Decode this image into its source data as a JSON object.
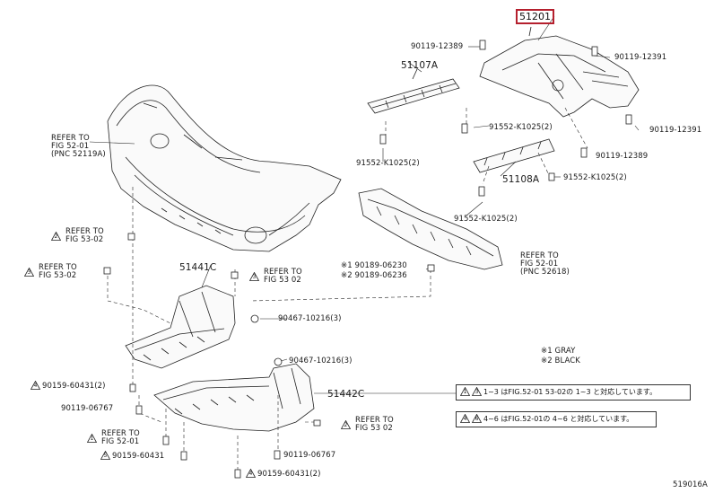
{
  "highlighted_part": "51201",
  "parts": {
    "p51107A": "51107A",
    "p51108A": "51108A",
    "p51441C": "51441C",
    "p51442C": "51442C"
  },
  "bolts": {
    "b90119_12389_top": "90119-12389",
    "b90119_12391_a": "90119-12391",
    "b90119_12391_b": "90119-12391",
    "b90119_12389_r": "90119-12389",
    "b91552_a": "91552-K1025(2)",
    "b91552_b": "91552-K1025(2)",
    "b91552_c": "91552-K1025(2)",
    "b91552_d": "91552-K1025(2)",
    "b90467_a": "90467-10216(3)",
    "b90467_b": "90467-10216(3)",
    "b90159_a": "90159-60431(2)",
    "b90119_06767_a": "90119-06767",
    "b90159_b": "90159-60431",
    "b90119_06767_b": "90119-06767",
    "b90159_c": "90159-60431(2)",
    "b90189_1": "※1 90189-06230",
    "b90189_2": "※2 90189-06236"
  },
  "refs": {
    "fig52_01_a_1": "REFER TO",
    "fig52_01_a_2": "FIG 52-01",
    "fig52_01_a_3": "(PNC 52119A)",
    "fig53_02_a_num": "2",
    "fig53_02_a_1": "REFER TO",
    "fig53_02_a_2": "FIG 53-02",
    "fig53_02_b_num": "3",
    "fig53_02_b_1": "REFER TO",
    "fig53_02_b_2": "FIG 53-02",
    "fig53_02_c_num": "3",
    "fig53_02_c_1": "REFER TO",
    "fig53_02_c_2": "FIG 53 02",
    "fig52_01_b_1": "REFER TO",
    "fig52_01_b_2": "FIG 52-01",
    "fig52_01_b_3": "(PNC 52618)",
    "fig52_01_c_num": "1",
    "fig52_01_c_1": "REFER TO",
    "fig52_01_c_2": "FIG 52-01",
    "fig53_02_d_num": "2",
    "fig53_02_d_1": "REFER TO",
    "fig53_02_d_2": "FIG 53 02",
    "tri_90159_a": "4",
    "tri_90159_b": "5",
    "tri_90159_c": "4"
  },
  "legend": {
    "gray": "※1 GRAY",
    "black": "※2 BLACK"
  },
  "notes": {
    "note1": "1~3 はFIG.52-01 53-02の 1~3 と対応しています。",
    "note1_a": "1",
    "note1_b": "3",
    "note2": "4~6 はFIG.52-01の 4~6 と対応しています。",
    "note2_a": "4",
    "note2_b": "6"
  },
  "figure_code": "519016A"
}
